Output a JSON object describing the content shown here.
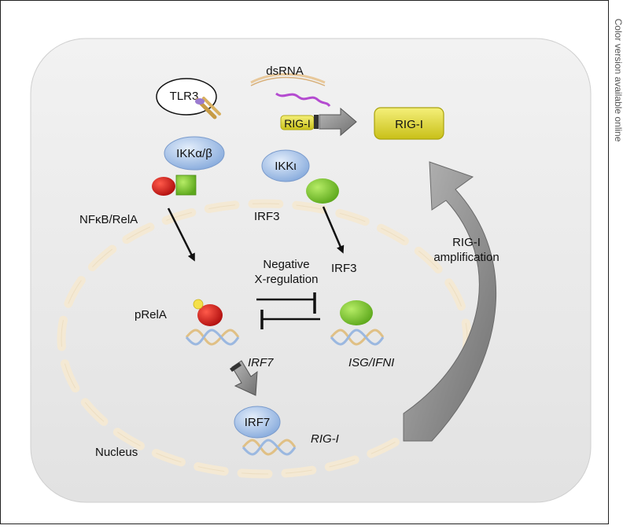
{
  "side_note": "Color version available online",
  "labels": {
    "tlr3": "TLR3",
    "dsrna": "dsRNA",
    "rigi_small": "RIG-I",
    "rigi_box": "RIG-I",
    "ikk_ab": "IKKα/β",
    "ikk_e": "IKKι",
    "nfkb": "NFκB/RelA",
    "irf3_top": "IRF3",
    "irf3_mid": "IRF3",
    "negative_line1": "Negative",
    "negative_line2": "X-regulation",
    "prela": "pRelA",
    "irf7_gene": "IRF7",
    "isg": "ISG/IFNI",
    "irf7_protein": "IRF7",
    "rigi_gene": "RIG-I",
    "nucleus": "Nucleus",
    "amp_line1": "RIG-I",
    "amp_line2": "amplification"
  },
  "colors": {
    "cell_fill": "#ebebeb",
    "oval_blue": "#a8c4e8",
    "green": "#7cc62d",
    "red": "#d41c1c",
    "yellow": "#e8e040",
    "gray_arrow": "#8a8a8a"
  }
}
